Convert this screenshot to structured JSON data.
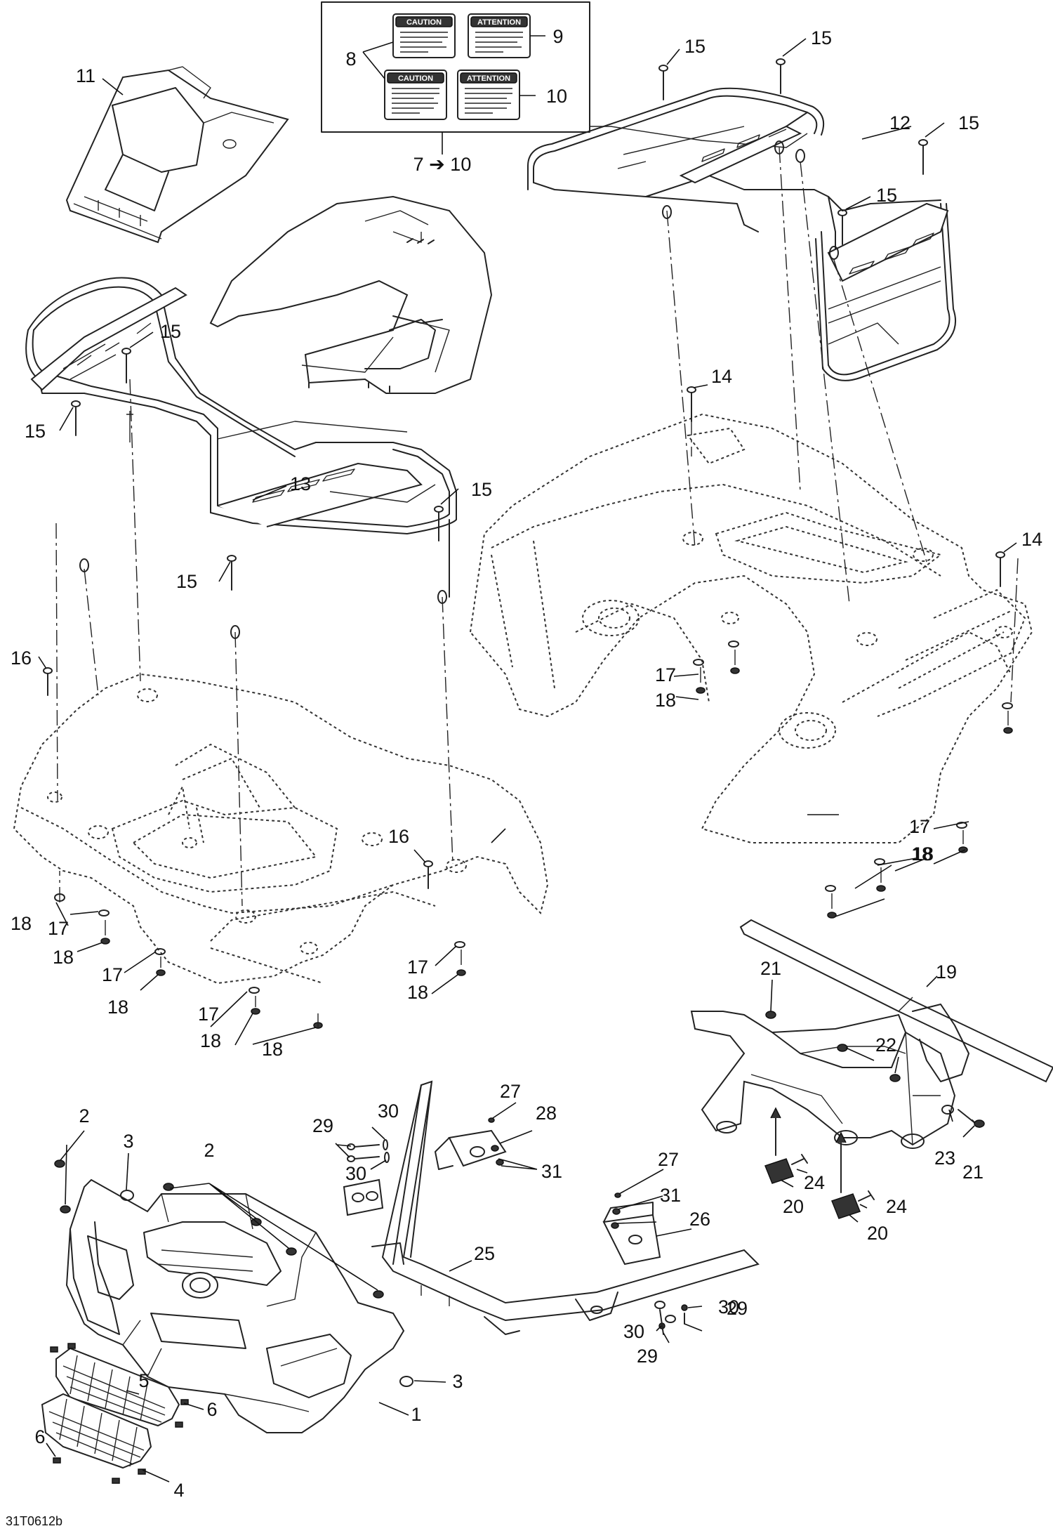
{
  "drawing_code": "31T0612b",
  "range_label": "7 ➔ 10",
  "decals": {
    "caution_a": "CAUTION",
    "attention_a": "ATTENTION",
    "caution_b": "CAUTION",
    "attention_b": "ATTENTION"
  },
  "callouts": {
    "c1": "1",
    "c2a": "2",
    "c2b": "2",
    "c3a": "3",
    "c3b": "3",
    "c4": "4",
    "c5": "5",
    "c6a": "6",
    "c6b": "6",
    "c8": "8",
    "c9": "9",
    "c10": "10",
    "c11": "11",
    "c12": "12",
    "c13": "13",
    "c14a": "14",
    "c14b": "14",
    "c15a": "15",
    "c15b": "15",
    "c15c": "15",
    "c15d": "15",
    "c15e": "15",
    "c15f": "15",
    "c15g": "15",
    "c15h": "15",
    "c16a": "16",
    "c16b": "16",
    "c17a": "17",
    "c17b": "17",
    "c17c": "17",
    "c17d": "17",
    "c17e": "17",
    "c17f": "17",
    "c18a": "18",
    "c18b": "18",
    "c18c": "18",
    "c18d": "18",
    "c18e": "18",
    "c18f": "18",
    "c18g": "18",
    "c18h": "18",
    "c18i": "18",
    "c19": "19",
    "c20a": "20",
    "c20b": "20",
    "c21a": "21",
    "c21b": "21",
    "c22": "22",
    "c23": "23",
    "c24a": "24",
    "c24b": "24",
    "c25": "25",
    "c26": "26",
    "c27a": "27",
    "c27b": "27",
    "c28": "28",
    "c29a": "29",
    "c29b": "29",
    "c29c": "29",
    "c30a": "30",
    "c30b": "30",
    "c30c": "30",
    "c30d": "30",
    "c31a": "31",
    "c31b": "31"
  }
}
